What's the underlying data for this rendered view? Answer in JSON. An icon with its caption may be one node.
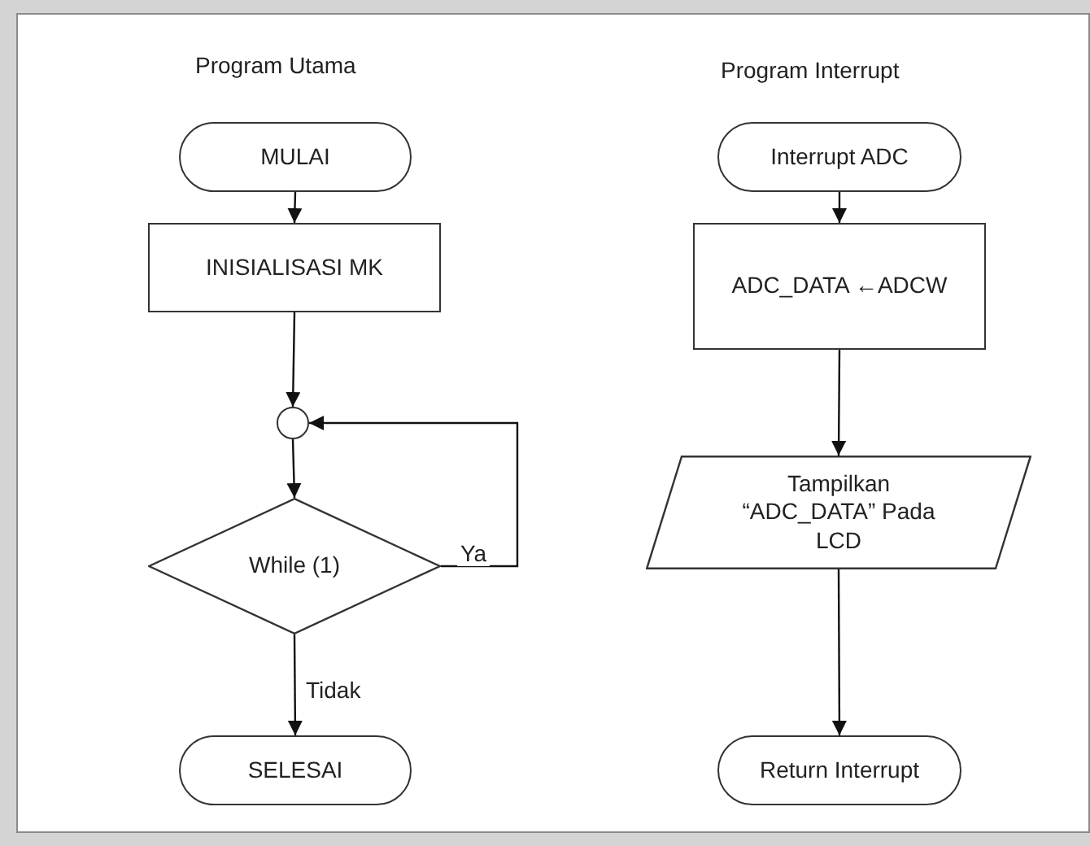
{
  "diagram": {
    "nodes": [
      {
        "text": [
          "MULAI"
        ]
      },
      {
        "text": [
          "INISIALISASI MK"
        ]
      },
      {
        "text": [],
        "shape": "circle"
      },
      {
        "text": [
          "While (1)"
        ]
      },
      {
        "text": [
          "SELESAI"
        ]
      },
      {
        "text": [
          "Interrupt ADC"
        ]
      },
      {
        "text": [
          "ADC_DATA ←ADCW"
        ]
      },
      {
        "text": [
          "Tampilkan “ADC_DATA” Pada LCD"
        ]
      },
      {
        "text": [
          "Return Interrupt"
        ]
      }
    ],
    "edges": [
      {
        "from": 0,
        "to": 1,
        "arrow": "to"
      },
      {
        "from": 1,
        "to": 2,
        "arrow": "to"
      },
      {
        "from": 2,
        "to": 3,
        "arrow": "to"
      },
      {
        "from": 3,
        "to": 2,
        "arrow": "to",
        "label": "Ya"
      },
      {
        "from": 3,
        "to": 4,
        "arrow": "to",
        "label": "Tidak"
      },
      {
        "from": 5,
        "to": 6,
        "arrow": "to"
      },
      {
        "from": 6,
        "to": 7,
        "arrow": "to"
      },
      {
        "from": 7,
        "to": 8,
        "arrow": "to"
      }
    ],
    "labels": [
      "Program Utama",
      "Program Interrupt"
    ]
  }
}
